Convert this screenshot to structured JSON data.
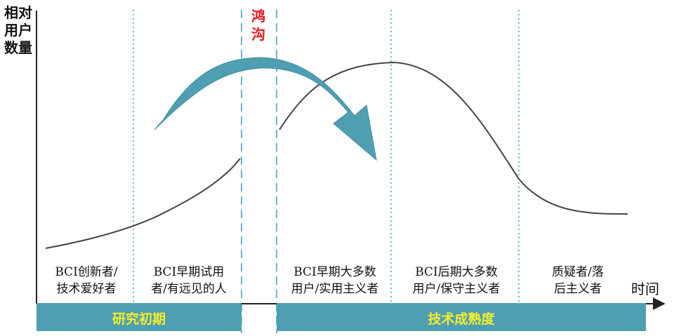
{
  "axes": {
    "y_label": "相对用户数量",
    "x_label": "时间"
  },
  "chasm": {
    "label": "鸿沟"
  },
  "segments": [
    {
      "line1": "BCI创新者/",
      "line2": "技术爱好者"
    },
    {
      "line1": "BCI早期试用",
      "line2": "者/有远见的人"
    },
    {
      "line1": "BCI早期大多数",
      "line2": "用户/实用主义者"
    },
    {
      "line1": "BCI后期大多数",
      "line2": "用户/保守主义者"
    },
    {
      "line1": "质疑者/落",
      "line2": "后主义者"
    }
  ],
  "phases": {
    "early": "研究初期",
    "mature": "技术成熟度"
  },
  "colors": {
    "bar": "#4f9fb2",
    "arrow": "#4f9fb2",
    "chasm_text": "#e8151b",
    "phase_text": "#f7ee2a",
    "dotted_lines": "#6ab6d4",
    "dashed_lines": "#6ab6d4",
    "curve": "#444444"
  }
}
